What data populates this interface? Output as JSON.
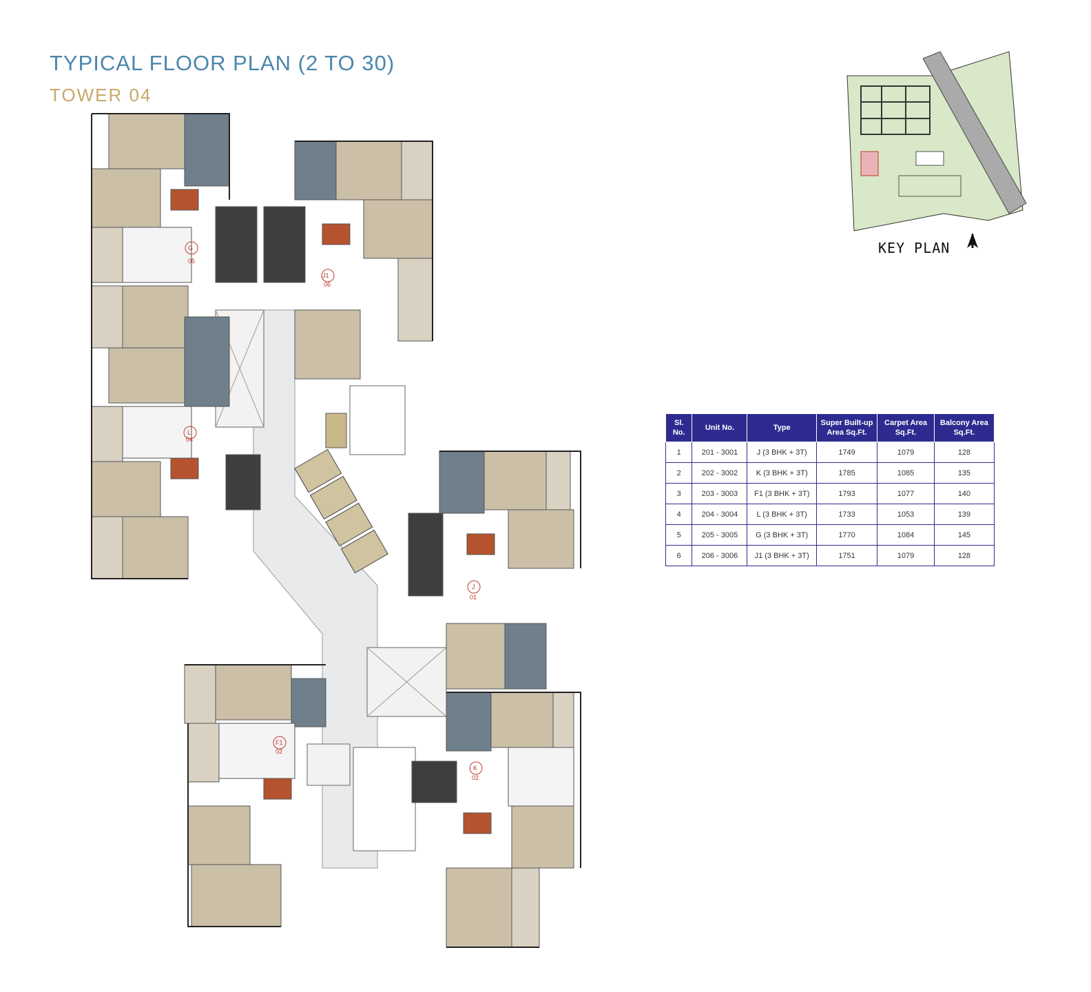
{
  "header": {
    "title": "TYPICAL FLOOR PLAN (2 TO 30)",
    "subtitle": "TOWER 04"
  },
  "key_plan": {
    "label": "KEY PLAN"
  },
  "colors": {
    "title": "#4a86ad",
    "subtitle": "#c9a869",
    "table_header": "#2d2b8f",
    "bedroom_floor": "#cbbfa8",
    "toilet": "#6f7f8c",
    "kitchen": "#3e3e3e",
    "core": "#e8eaeb",
    "key_plan_green": "#d8e8c8"
  },
  "units": [
    {
      "code": "G",
      "number": "05"
    },
    {
      "code": "J1",
      "number": "06"
    },
    {
      "code": "L",
      "number": "04"
    },
    {
      "code": "J",
      "number": "01"
    },
    {
      "code": "F1",
      "number": "02"
    },
    {
      "code": "K",
      "number": "02"
    }
  ],
  "table": {
    "headers": [
      "Sl. No.",
      "Unit No.",
      "Type",
      "Super Built-up Area Sq.Ft.",
      "Carpet Area Sq.Ft.",
      "Balcony Area Sq.Ft."
    ],
    "rows": [
      [
        "1",
        "201 - 3001",
        "J (3 BHK + 3T)",
        "1749",
        "1079",
        "128"
      ],
      [
        "2",
        "202 - 3002",
        "K (3 BHK + 3T)",
        "1785",
        "1085",
        "135"
      ],
      [
        "3",
        "203 - 3003",
        "F1 (3 BHK + 3T)",
        "1793",
        "1077",
        "140"
      ],
      [
        "4",
        "204 - 3004",
        "L (3 BHK + 3T)",
        "1733",
        "1053",
        "139"
      ],
      [
        "5",
        "205 - 3005",
        "G (3 BHK + 3T)",
        "1770",
        "1084",
        "145"
      ],
      [
        "6",
        "206 - 3006",
        "J1 (3 BHK + 3T)",
        "1751",
        "1079",
        "128"
      ]
    ]
  }
}
